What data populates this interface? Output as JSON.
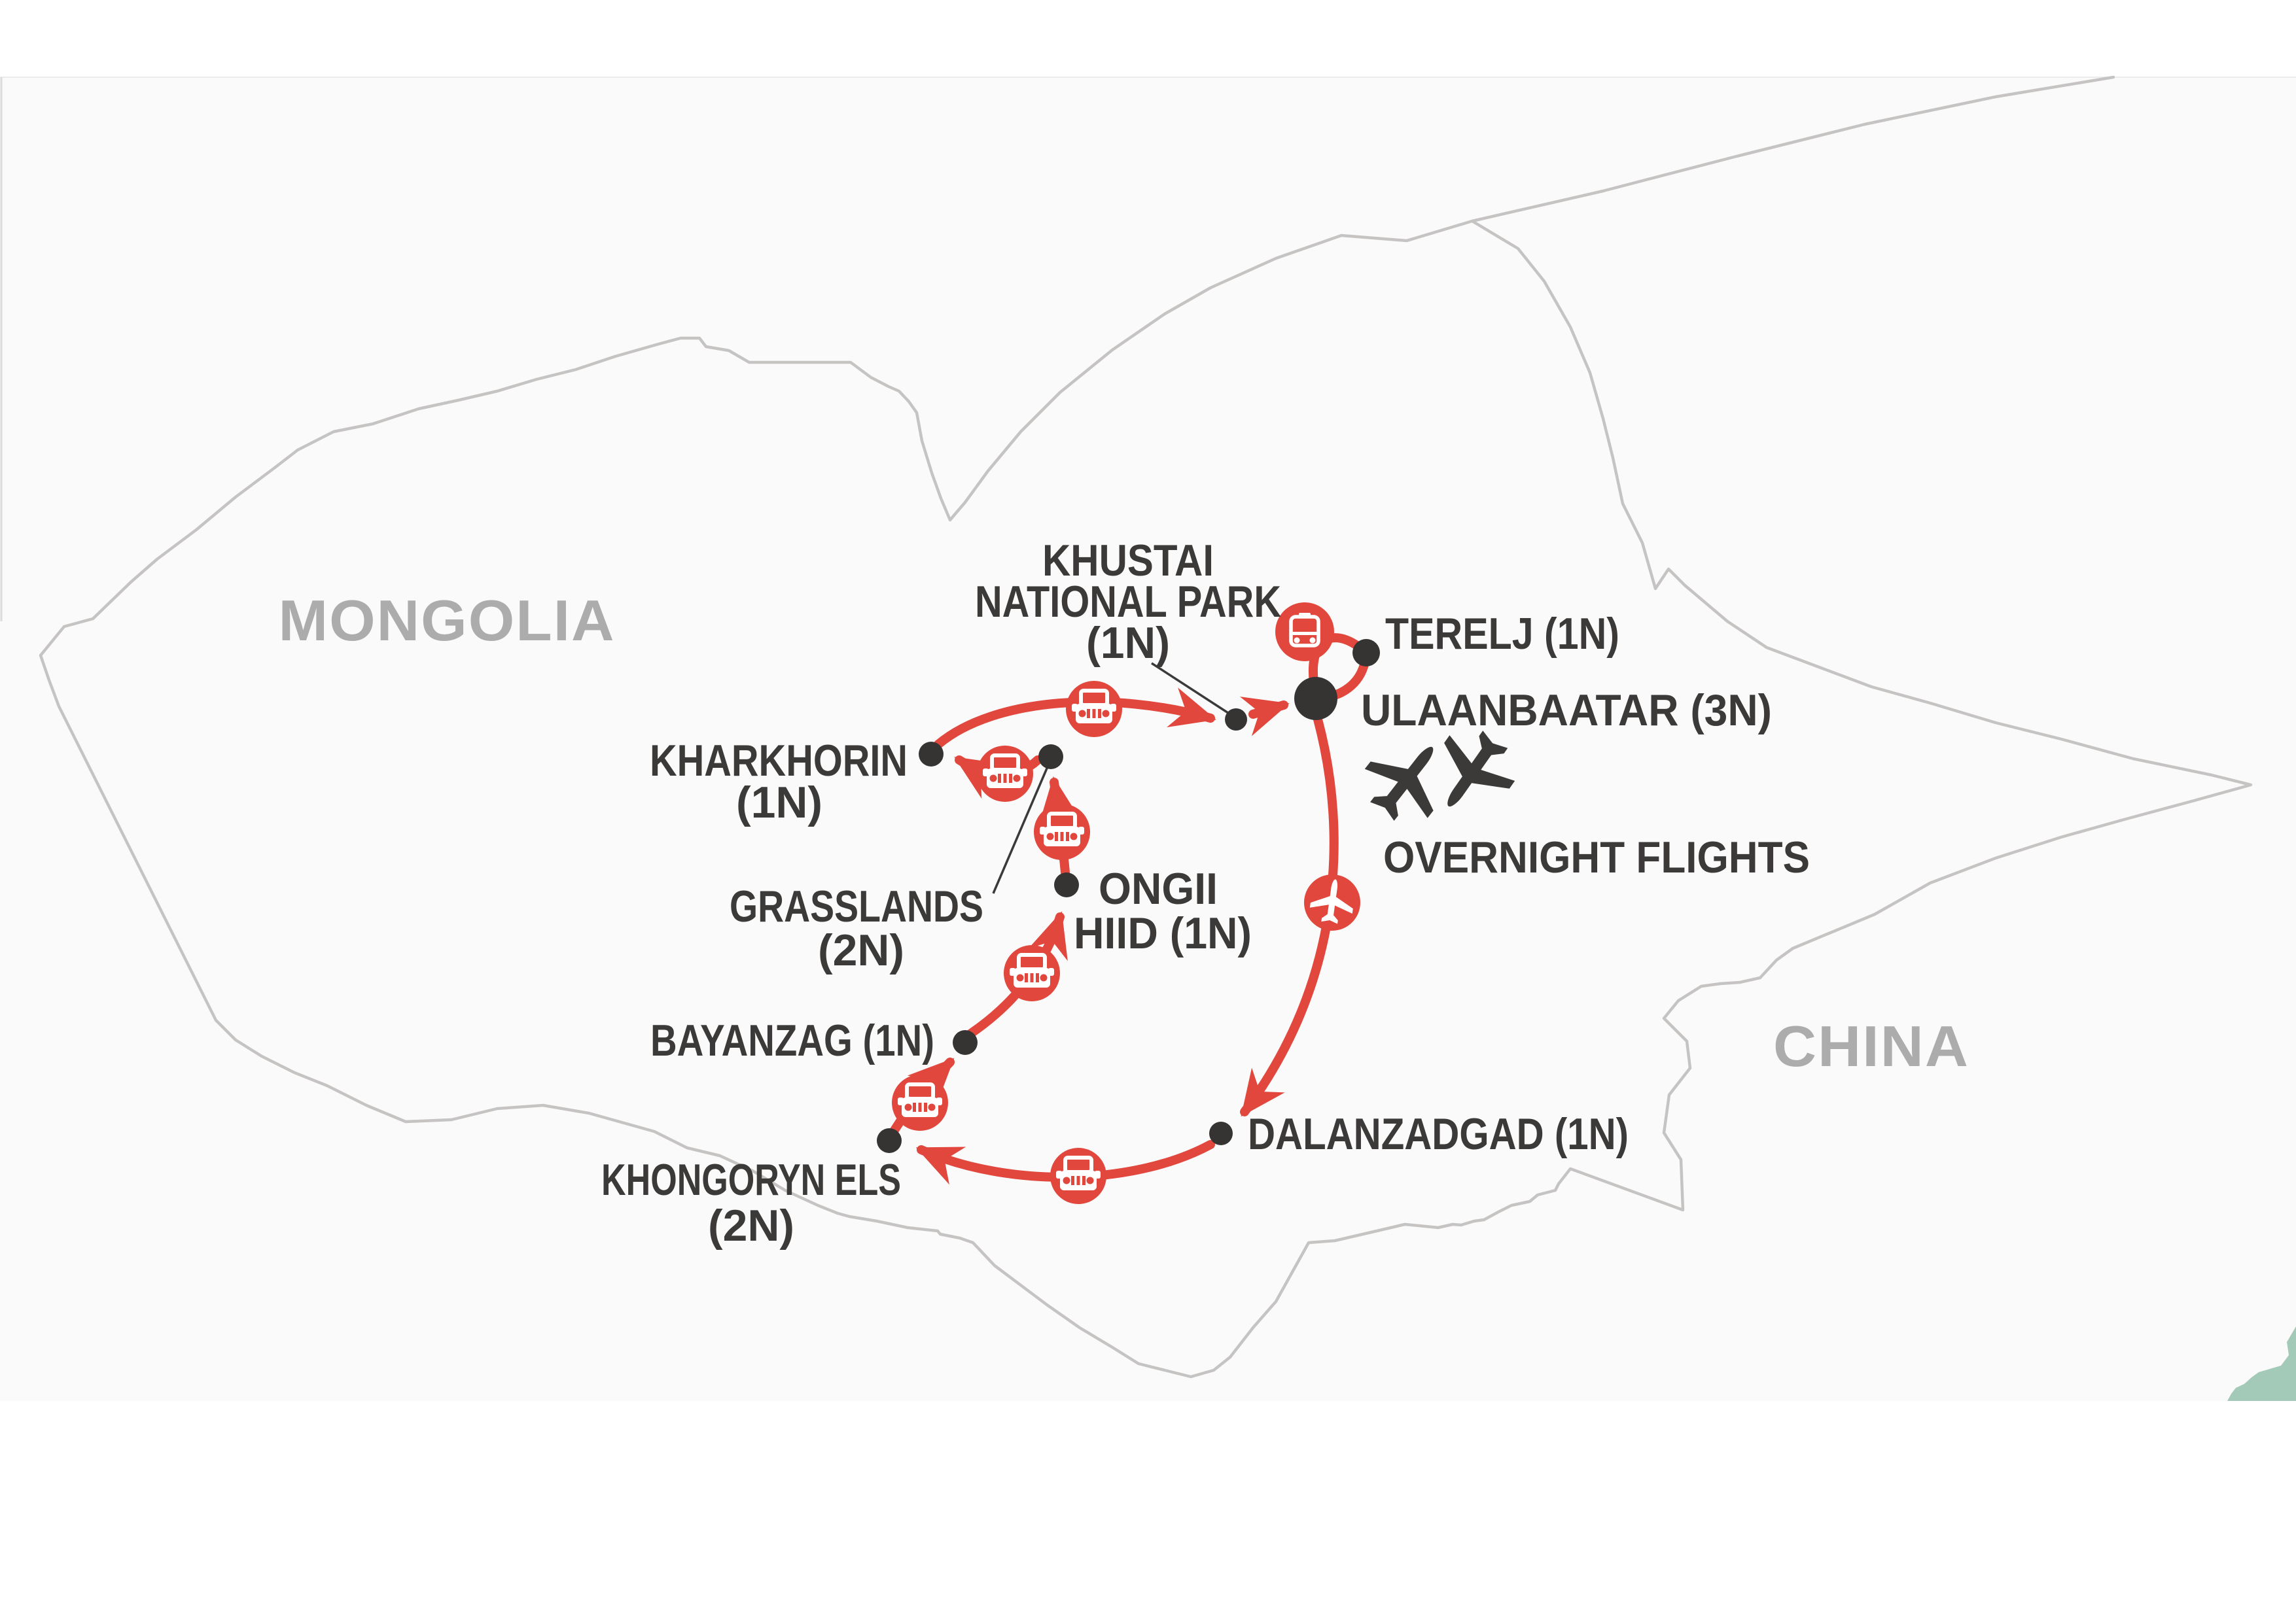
{
  "title": "Mongolia tour itinerary map",
  "region_labels": {
    "country": "MONGOLIA",
    "neighbor": "CHINA"
  },
  "legend": {
    "overnight_flights": "OVERNIGHT FLIGHTS"
  },
  "stops": {
    "khustai": {
      "line1": "KHUSTAI",
      "line2": "NATIONAL PARK",
      "line3": "(1N)",
      "nights": 1
    },
    "terelj": {
      "label": "TERELJ (1N)",
      "nights": 1
    },
    "ulaanbaatar": {
      "label": "ULAANBAATAR (3N)",
      "nights": 3
    },
    "kharkhorin": {
      "line1": "KHARKHORIN",
      "line2": "(1N)",
      "nights": 1
    },
    "grasslands": {
      "line1": "GRASSLANDS",
      "line2": "(2N)",
      "nights": 2
    },
    "ongii_hiid": {
      "line1": "ONGII",
      "line2": "HIID (1N)",
      "nights": 1
    },
    "bayanzag": {
      "label": "BAYANZAG (1N)",
      "nights": 1
    },
    "dalanzadgad": {
      "label": "DALANZADGAD (1N)",
      "nights": 1
    },
    "khongoryn_els": {
      "line1": "KHONGORYN ELS",
      "line2": "(2N)",
      "nights": 2
    }
  },
  "icons": {
    "road_transfer": "jeep-icon",
    "short_transfer": "bus-icon",
    "domestic_flight": "plane-icon",
    "overnight_flights": "airplanes-icon"
  },
  "colors": {
    "route_red": "#e2473d",
    "marker_black": "#3b3a39",
    "label_gray": "#acacac",
    "map_outline": "#c6c3c3",
    "map_background": "#fbfafa",
    "corner_green": "#a3cab9"
  }
}
